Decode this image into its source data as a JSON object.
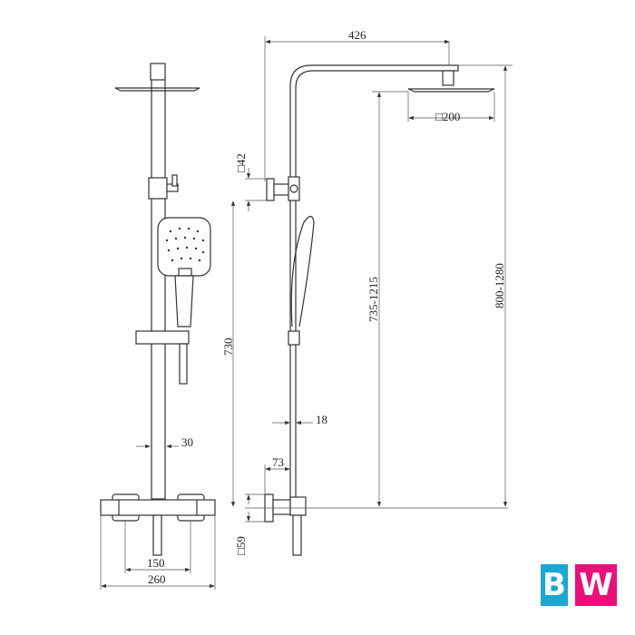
{
  "dimensions": {
    "top_arm": "426",
    "head_size": "□200",
    "wall_bracket": "□42",
    "slider_height": "730",
    "head_height_range": "735-1215",
    "total_height_range": "800-1280",
    "pole_side": "18",
    "pole_front": "30",
    "outlet_offset": "73",
    "valve_plate": "□59",
    "centers": "150",
    "valve_width": "260"
  },
  "logo": {
    "letters": [
      "B",
      "W"
    ],
    "colors": {
      "b": "#1aa7d3",
      "w": "#ec0f7a"
    }
  }
}
